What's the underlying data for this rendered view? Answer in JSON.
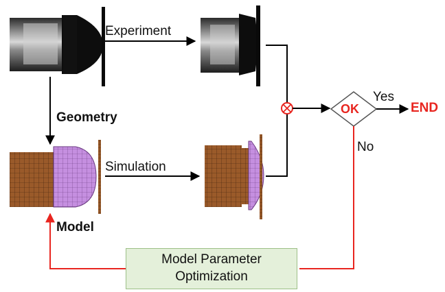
{
  "labels": {
    "experiment": "Experiment",
    "simulation": "Simulation",
    "geometry": "Geometry",
    "model": "Model",
    "decision": "OK",
    "yes": "Yes",
    "no": "No",
    "end": "END",
    "optimization_line1": "Model Parameter",
    "optimization_line2": "Optimization"
  },
  "colors": {
    "flow_arrow": "#000000",
    "feedback_arrow": "#e8251f",
    "decision_text": "#e8251f",
    "end_text": "#e8251f",
    "optimization_fill": "#e4f0da",
    "mesh_body": "#9a5a2a",
    "mesh_dome": "#c58fe0"
  },
  "icons": {
    "compare_node": "circle-x-icon"
  }
}
